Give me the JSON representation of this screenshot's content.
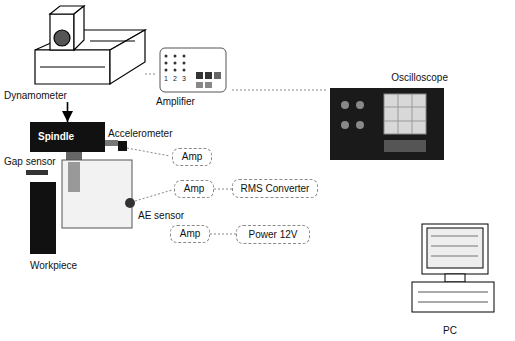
{
  "diagram": {
    "nodes": [
      {
        "text": [
          "Dynamometer"
        ]
      },
      {
        "text": [
          "Amplifier"
        ]
      },
      {
        "text": [
          "Oscilloscope"
        ]
      },
      {
        "text": [
          "Spindle"
        ]
      },
      {
        "text": [
          "Amp"
        ]
      },
      {
        "text": [
          "Amp"
        ]
      },
      {
        "text": [
          "RMS Converter"
        ]
      },
      {
        "text": [
          "Amp"
        ]
      },
      {
        "text": [
          "Power 12V"
        ]
      },
      {
        "text": [
          "PC"
        ]
      }
    ],
    "edges": [
      {
        "from": 0,
        "to": 1,
        "arrow": "none"
      },
      {
        "from": 1,
        "to": 2,
        "arrow": "none"
      },
      {
        "from": 0,
        "to": 3,
        "arrow": "to"
      },
      {
        "from": 5,
        "to": 6,
        "arrow": "none"
      },
      {
        "from": 7,
        "to": 8,
        "arrow": "none"
      }
    ],
    "labels": [
      "Accelerometer",
      "Gap sensor",
      "AE sensor",
      "Workpiece",
      "1",
      "2",
      "3"
    ]
  }
}
